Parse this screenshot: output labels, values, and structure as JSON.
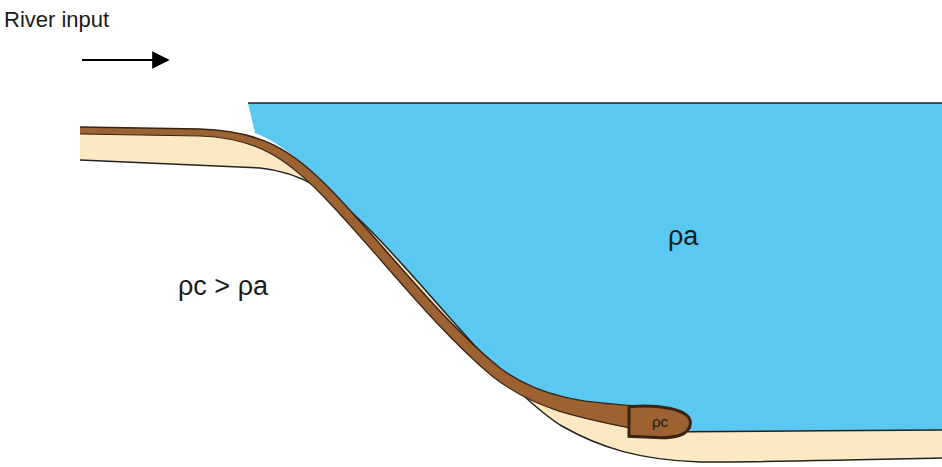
{
  "diagram": {
    "nodes": [
      {
        "text": [
          "ρc"
        ]
      }
    ],
    "labels": [
      "River input",
      "ρa",
      "ρc > ρa"
    ]
  }
}
